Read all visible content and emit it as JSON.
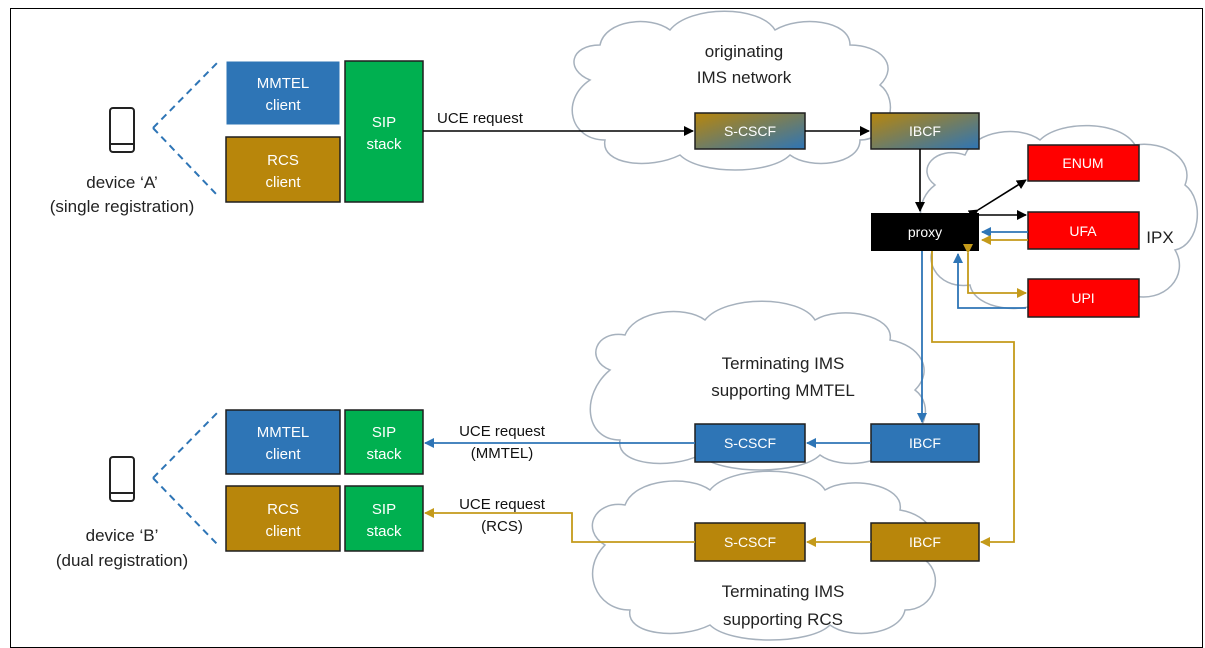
{
  "clouds": {
    "originating": [
      "originating",
      "IMS network"
    ],
    "ipx": "IPX",
    "term_mmtel": [
      "Terminating IMS",
      "supporting MMTEL"
    ],
    "term_rcs": [
      "Terminating IMS",
      "supporting RCS"
    ]
  },
  "devices": {
    "a": [
      "device ‘A’",
      "(single registration)"
    ],
    "b": [
      "device ‘B’",
      "(dual registration)"
    ]
  },
  "device_a": {
    "mmtel_client": [
      "MMTEL",
      "client"
    ],
    "rcs_client": [
      "RCS",
      "client"
    ],
    "sip_stack": [
      "SIP",
      "stack"
    ]
  },
  "device_b": {
    "mmtel_client": [
      "MMTEL",
      "client"
    ],
    "mmtel_sip": [
      "SIP",
      "stack"
    ],
    "rcs_client": [
      "RCS",
      "client"
    ],
    "rcs_sip": [
      "SIP",
      "stack"
    ]
  },
  "nodes": {
    "orig_scscf": "S-CSCF",
    "orig_ibcf": "IBCF",
    "proxy": "proxy",
    "enum": "ENUM",
    "ufa": "UFA",
    "upi": "UPI",
    "mmtel_scscf": "S-CSCF",
    "mmtel_ibcf": "IBCF",
    "rcs_scscf": "S-CSCF",
    "rcs_ibcf": "IBCF"
  },
  "messages": {
    "uce_a": "UCE request",
    "uce_mmtel": [
      "UCE request",
      "(MMTEL)"
    ],
    "uce_rcs": [
      "UCE request",
      "(RCS)"
    ]
  },
  "colors": {
    "mmtel_blue": "#2E75B6",
    "rcs_gold": "#B8860B",
    "sip_green": "#00B050",
    "red": "#FF0000",
    "black": "#000000",
    "cloud_stroke": "#A6B1BD"
  }
}
